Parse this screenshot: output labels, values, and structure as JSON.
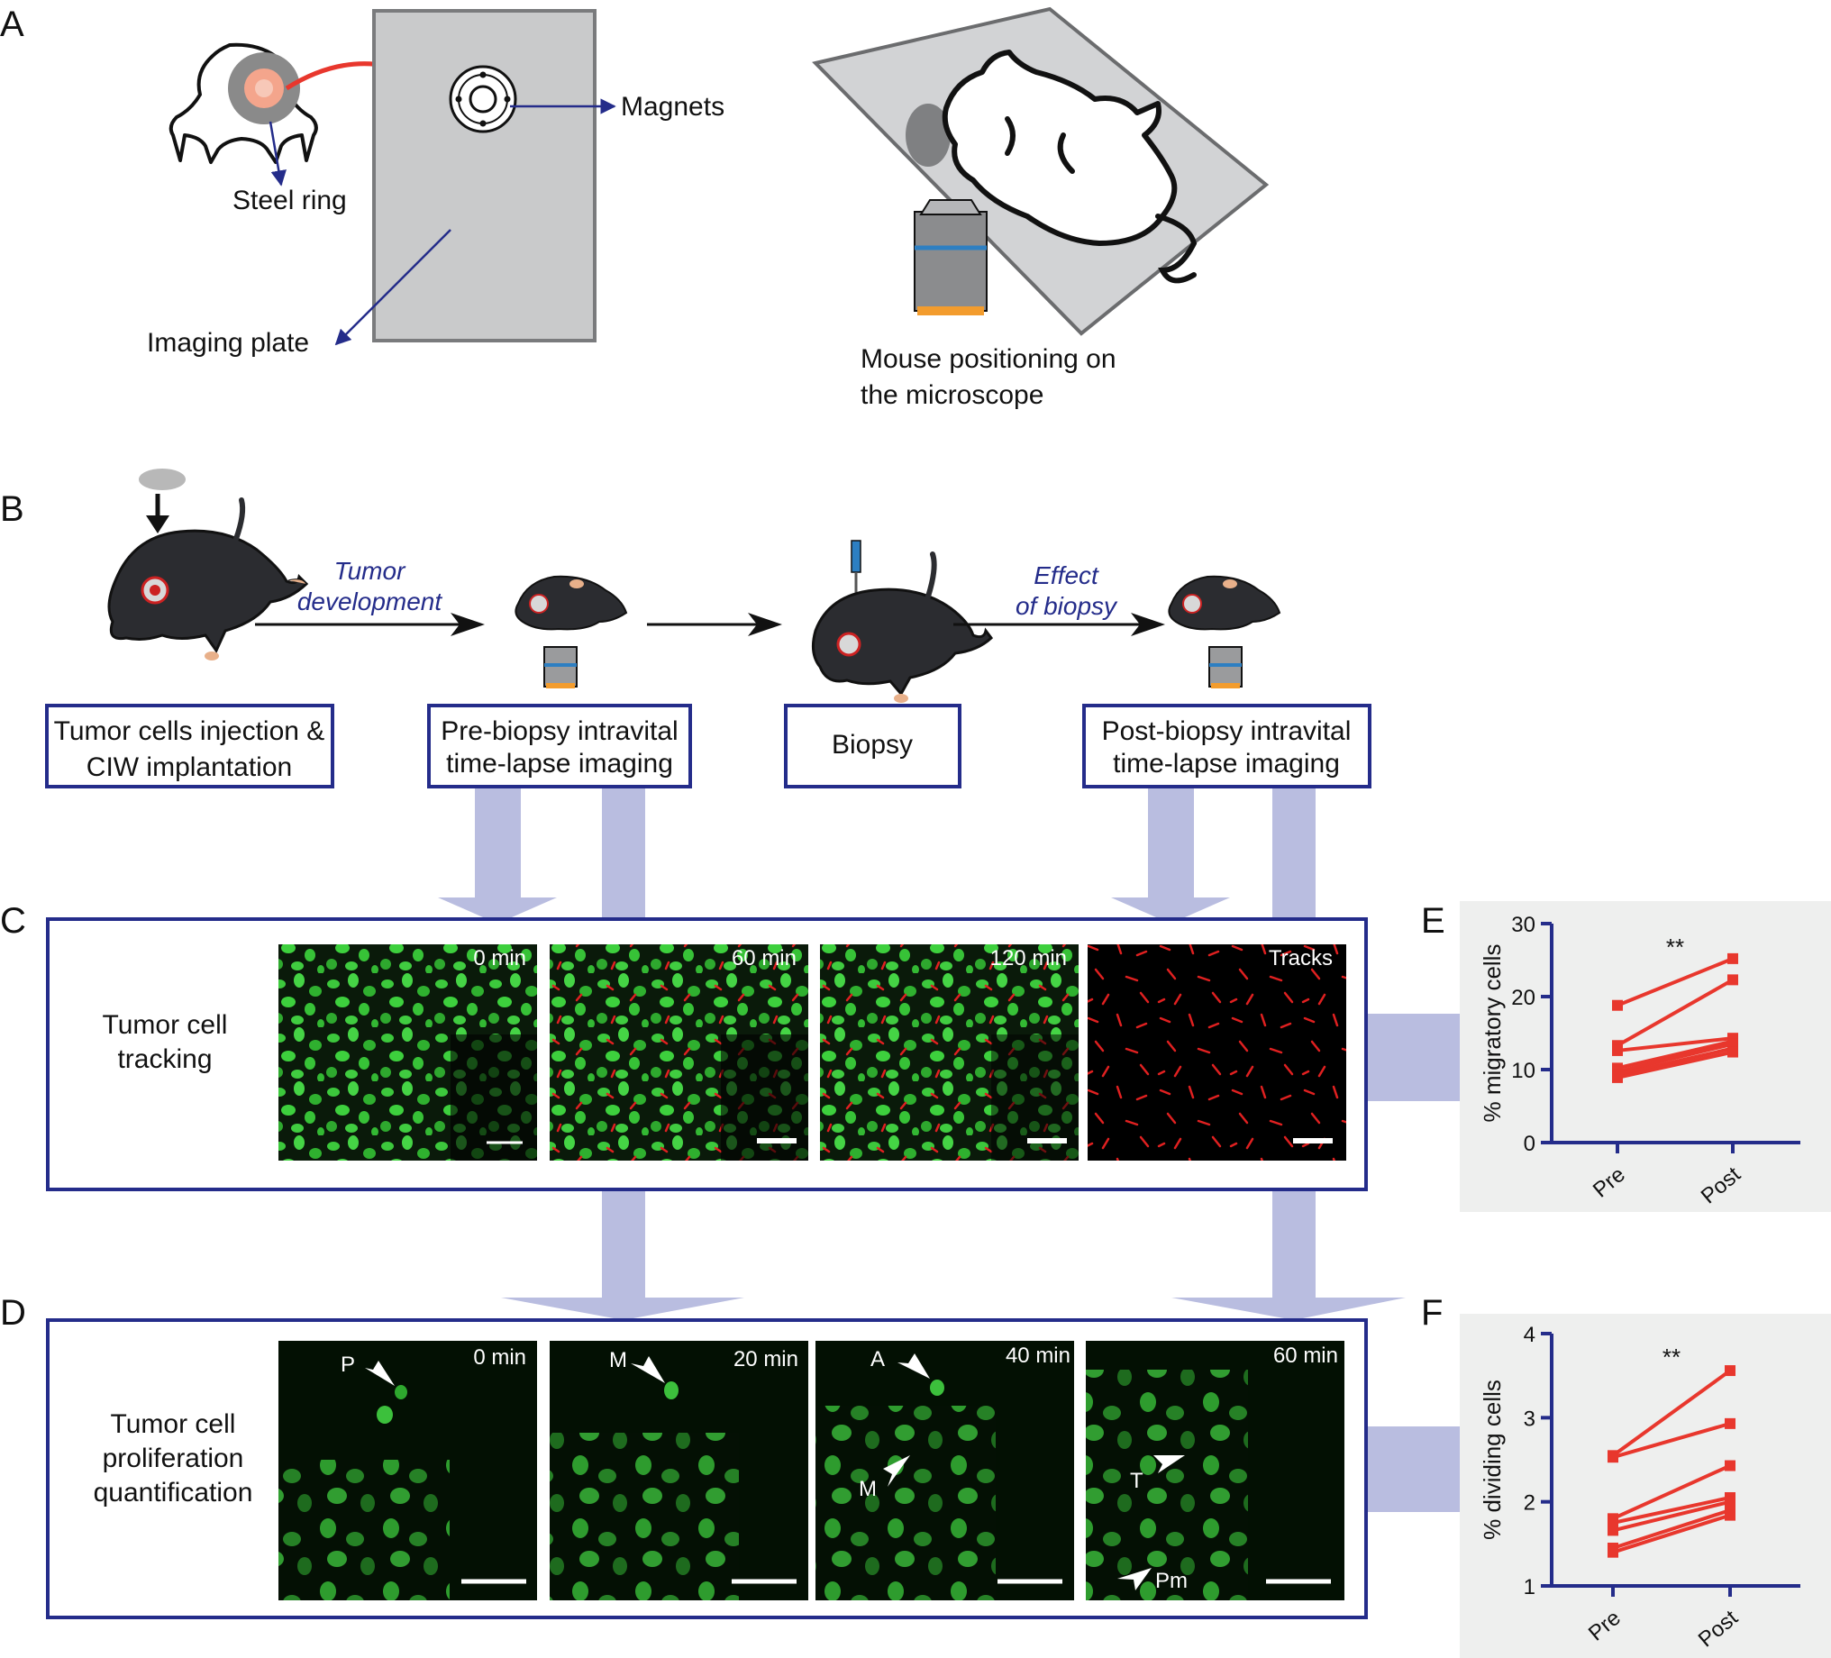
{
  "panels": {
    "A": {
      "letter": "A",
      "labels": {
        "steel_ring": "Steel ring",
        "magnets": "Magnets",
        "imaging_plate": "Imaging plate",
        "mouse_positioning_1": "Mouse positioning on",
        "mouse_positioning_2": "the microscope"
      }
    },
    "B": {
      "letter": "B",
      "arrow_labels": {
        "tumor_1": "Tumor",
        "tumor_2": "development",
        "effect_1": "Effect",
        "effect_2": "of biopsy"
      },
      "boxes": {
        "injection_1": "Tumor cells injection &",
        "injection_2": "CIW implantation",
        "pre_1": "Pre-biopsy intravital",
        "pre_2": "time-lapse imaging",
        "biopsy": "Biopsy",
        "post_1": "Post-biopsy intravital",
        "post_2": "time-lapse imaging"
      }
    },
    "C": {
      "letter": "C",
      "title_1": "Tumor cell",
      "title_2": "tracking",
      "image_labels": [
        "0 min",
        "60 min",
        "120 min",
        "Tracks"
      ]
    },
    "D": {
      "letter": "D",
      "title_1": "Tumor cell",
      "title_2": "proliferation",
      "title_3": "quantification",
      "image_labels": [
        "0 min",
        "20 min",
        "40 min",
        "60 min"
      ],
      "arrow_labels": {
        "p": "P",
        "m1": "M",
        "a": "A",
        "m2": "M",
        "t": "T",
        "pm": "Pm"
      }
    },
    "E": {
      "letter": "E"
    },
    "F": {
      "letter": "F"
    }
  },
  "colors": {
    "accent_red": "#e8372d",
    "dark_blue": "#242c8a",
    "pale_blue": "#b9bde0",
    "fluor_green": "#3ad23a",
    "plot_bg": "#eeefee"
  },
  "chart_data": [
    {
      "panel": "E",
      "type": "line",
      "categories": [
        "Pre",
        "Post"
      ],
      "ylabel": "% migratory cells",
      "ylim": [
        0,
        30
      ],
      "yticks": [
        "0",
        "10",
        "20",
        "30"
      ],
      "significance": "**",
      "series": [
        {
          "values": [
            18.8,
            25.2
          ]
        },
        {
          "values": [
            13.3,
            22.3
          ]
        },
        {
          "values": [
            12.6,
            14.3
          ]
        },
        {
          "values": [
            10.2,
            13.9
          ]
        },
        {
          "values": [
            9.7,
            13.5
          ]
        },
        {
          "values": [
            9.3,
            12.9
          ]
        },
        {
          "values": [
            8.9,
            12.4
          ]
        }
      ]
    },
    {
      "panel": "F",
      "type": "line",
      "categories": [
        "Pre",
        "Post"
      ],
      "ylabel": "% dividing cells",
      "ylim": [
        1,
        4
      ],
      "yticks": [
        "1",
        "2",
        "3",
        "4"
      ],
      "significance": "**",
      "series": [
        {
          "values": [
            2.55,
            3.56
          ]
        },
        {
          "values": [
            2.53,
            2.93
          ]
        },
        {
          "values": [
            1.8,
            2.43
          ]
        },
        {
          "values": [
            1.75,
            2.05
          ]
        },
        {
          "values": [
            1.66,
            2.0
          ]
        },
        {
          "values": [
            1.45,
            1.9
          ]
        },
        {
          "values": [
            1.4,
            1.84
          ]
        }
      ]
    }
  ]
}
